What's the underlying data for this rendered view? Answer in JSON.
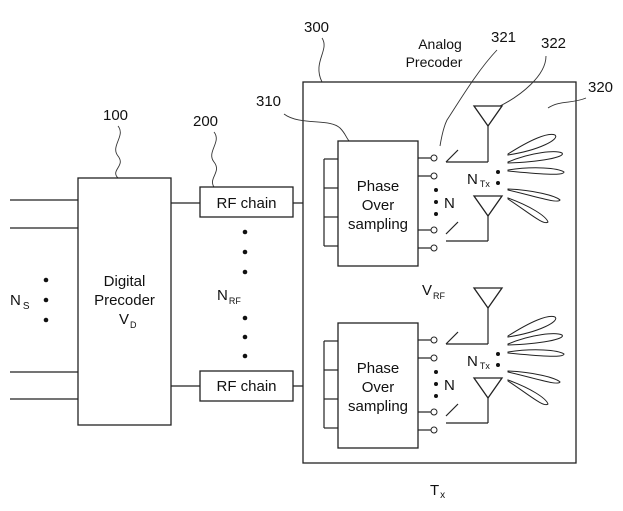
{
  "reference_numerals": {
    "digital_precoder": "100",
    "rf_chain": "200",
    "analog_precoder": "300",
    "phase_oversampling": "310",
    "switch": "321",
    "antenna": "322",
    "beam": "320"
  },
  "labels": {
    "analog_precoder_line1": "Analog",
    "analog_precoder_line2": "Precoder",
    "digital_precoder_line1": "Digital",
    "digital_precoder_line2": "Precoder",
    "digital_precoder_var": "V",
    "digital_precoder_var_sub": "D",
    "rf_chain_top": "RF chain",
    "rf_chain_bottom": "RF chain",
    "ns_main": "N",
    "ns_sub": "S",
    "nrf_main": "N",
    "nrf_sub": "RF",
    "vrf_main": "V",
    "vrf_sub": "RF",
    "tx_main": "T",
    "tx_sub": "x",
    "phase_top": [
      "Phase",
      "Over",
      "sampling"
    ],
    "phase_bottom": [
      "Phase",
      "Over",
      "sampling"
    ],
    "n_top": "N",
    "n_bottom": "N",
    "ntx_top_main": "N",
    "ntx_top_sub": "Tx",
    "ntx_bottom_main": "N",
    "ntx_bottom_sub": "Tx"
  }
}
